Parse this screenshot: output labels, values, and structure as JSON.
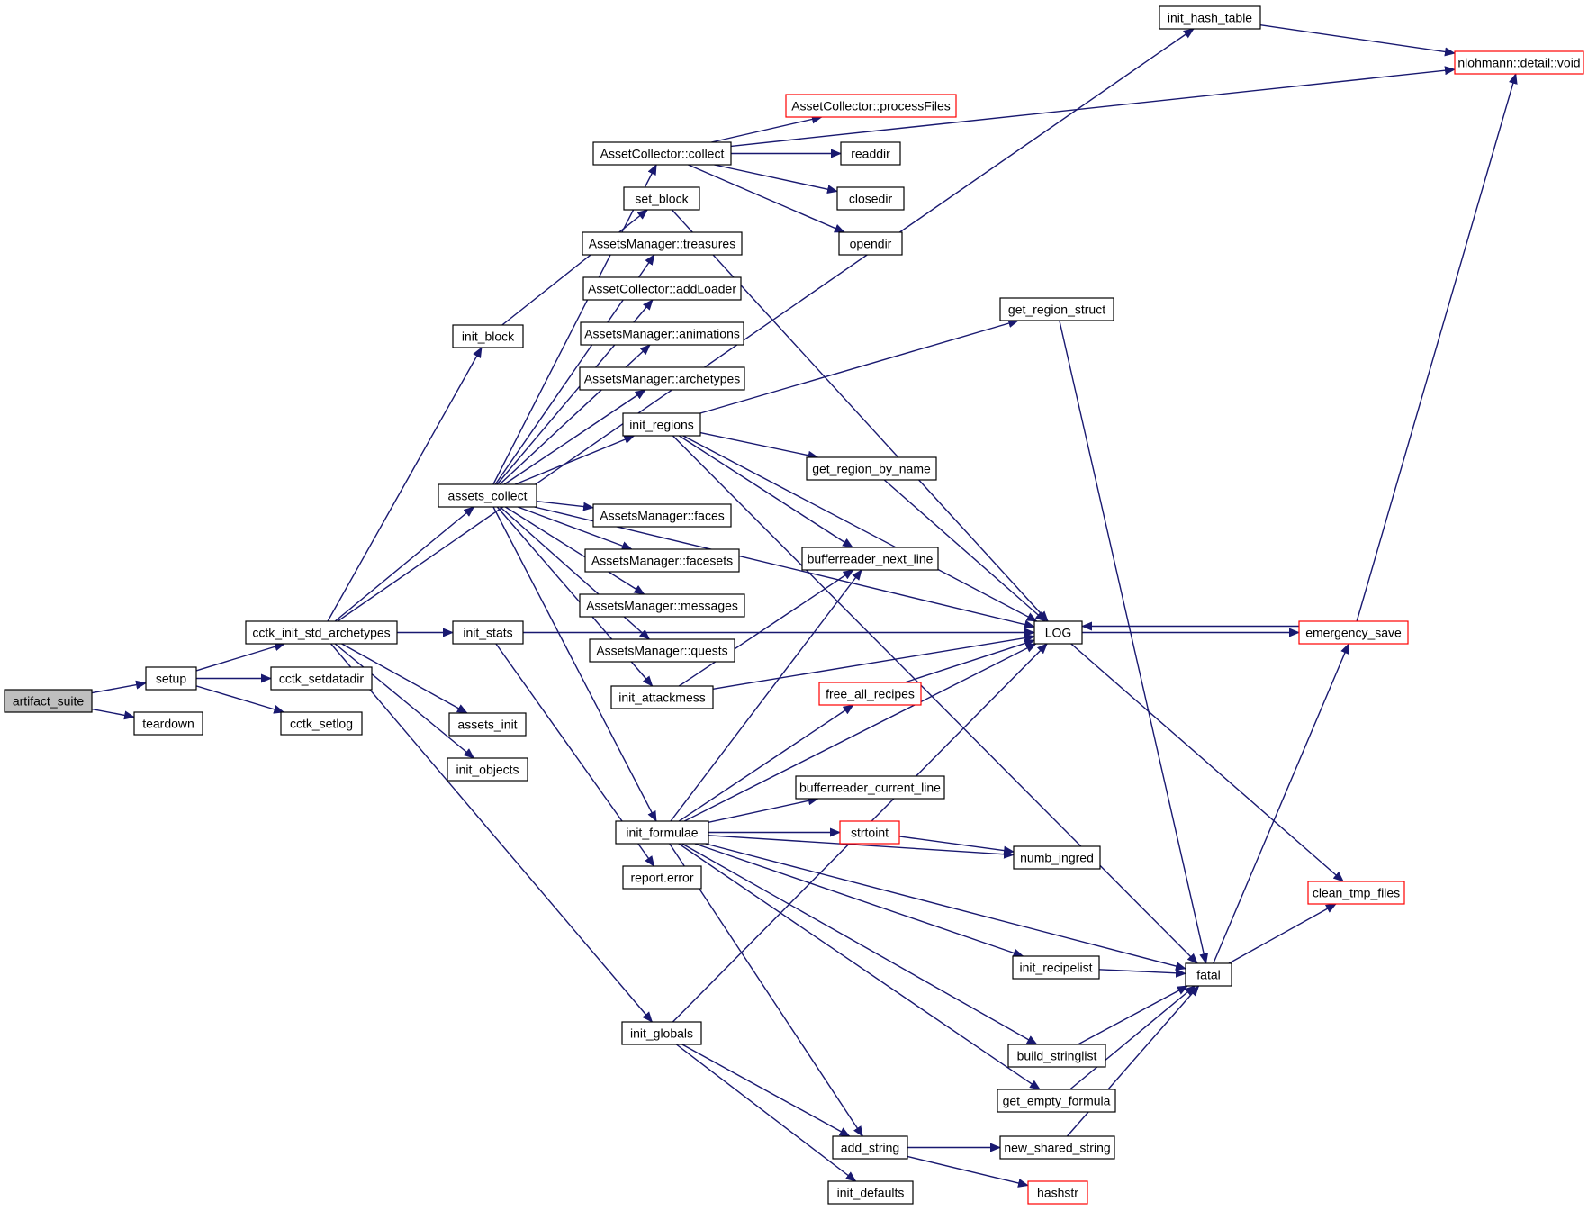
{
  "colors": {
    "edge": "#191970",
    "node_border": "#000000",
    "node_border_truncated": "#ff0000",
    "root_fill": "#bfbfbf",
    "node_fill": "#ffffff"
  },
  "nodes": [
    {
      "id": "artifact_suite",
      "label": "artifact_suite",
      "root": true
    },
    {
      "id": "setup",
      "label": "setup"
    },
    {
      "id": "teardown",
      "label": "teardown"
    },
    {
      "id": "cctk_init_std_archetypes",
      "label": "cctk_init_std_archetypes"
    },
    {
      "id": "cctk_setdatadir",
      "label": "cctk_setdatadir"
    },
    {
      "id": "cctk_setlog",
      "label": "cctk_setlog"
    },
    {
      "id": "init_hash_table",
      "label": "init_hash_table"
    },
    {
      "id": "nlohmann",
      "label": "nlohmann::detail::void",
      "truncated": true
    },
    {
      "id": "init_block",
      "label": "init_block"
    },
    {
      "id": "assets_collect",
      "label": "assets_collect"
    },
    {
      "id": "init_stats",
      "label": "init_stats"
    },
    {
      "id": "assets_init",
      "label": "assets_init"
    },
    {
      "id": "init_objects",
      "label": "init_objects"
    },
    {
      "id": "ac_collect",
      "label": "AssetCollector::collect"
    },
    {
      "id": "ac_processFiles",
      "label": "AssetCollector::processFiles",
      "truncated": true
    },
    {
      "id": "readdir",
      "label": "readdir"
    },
    {
      "id": "closedir",
      "label": "closedir"
    },
    {
      "id": "opendir",
      "label": "opendir"
    },
    {
      "id": "set_block",
      "label": "set_block"
    },
    {
      "id": "am_treasures",
      "label": "AssetsManager::treasures"
    },
    {
      "id": "ac_addLoader",
      "label": "AssetCollector::addLoader"
    },
    {
      "id": "am_animations",
      "label": "AssetsManager::animations"
    },
    {
      "id": "am_archetypes",
      "label": "AssetsManager::archetypes"
    },
    {
      "id": "init_regions",
      "label": "init_regions"
    },
    {
      "id": "am_faces",
      "label": "AssetsManager::faces"
    },
    {
      "id": "am_facesets",
      "label": "AssetsManager::facesets"
    },
    {
      "id": "am_messages",
      "label": "AssetsManager::messages"
    },
    {
      "id": "am_quests",
      "label": "AssetsManager::quests"
    },
    {
      "id": "init_attackmess",
      "label": "init_attackmess"
    },
    {
      "id": "init_formulae",
      "label": "init_formulae"
    },
    {
      "id": "report_error",
      "label": "report.error"
    },
    {
      "id": "init_globals",
      "label": "init_globals"
    },
    {
      "id": "get_region_struct",
      "label": "get_region_struct"
    },
    {
      "id": "get_region_by_name",
      "label": "get_region_by_name"
    },
    {
      "id": "br_next_line",
      "label": "bufferreader_next_line"
    },
    {
      "id": "free_all_recipes",
      "label": "free_all_recipes",
      "truncated": true
    },
    {
      "id": "br_current_line",
      "label": "bufferreader_current_line"
    },
    {
      "id": "strtoint",
      "label": "strtoint",
      "truncated": true
    },
    {
      "id": "numb_ingred",
      "label": "numb_ingred"
    },
    {
      "id": "init_recipelist",
      "label": "init_recipelist"
    },
    {
      "id": "build_stringlist",
      "label": "build_stringlist"
    },
    {
      "id": "get_empty_formula",
      "label": "get_empty_formula"
    },
    {
      "id": "add_string",
      "label": "add_string"
    },
    {
      "id": "new_shared_string",
      "label": "new_shared_string"
    },
    {
      "id": "init_defaults",
      "label": "init_defaults"
    },
    {
      "id": "hashstr",
      "label": "hashstr",
      "truncated": true
    },
    {
      "id": "LOG",
      "label": "LOG"
    },
    {
      "id": "emergency_save",
      "label": "emergency_save",
      "truncated": true
    },
    {
      "id": "clean_tmp_files",
      "label": "clean_tmp_files",
      "truncated": true
    },
    {
      "id": "fatal",
      "label": "fatal"
    }
  ],
  "edges": [
    [
      "artifact_suite",
      "setup"
    ],
    [
      "artifact_suite",
      "teardown"
    ],
    [
      "setup",
      "cctk_init_std_archetypes"
    ],
    [
      "setup",
      "cctk_setdatadir"
    ],
    [
      "setup",
      "cctk_setlog"
    ],
    [
      "cctk_init_std_archetypes",
      "init_hash_table"
    ],
    [
      "cctk_init_std_archetypes",
      "init_block"
    ],
    [
      "cctk_init_std_archetypes",
      "assets_collect"
    ],
    [
      "cctk_init_std_archetypes",
      "init_stats"
    ],
    [
      "cctk_init_std_archetypes",
      "assets_init"
    ],
    [
      "cctk_init_std_archetypes",
      "init_objects"
    ],
    [
      "cctk_init_std_archetypes",
      "init_globals"
    ],
    [
      "init_hash_table",
      "nlohmann"
    ],
    [
      "init_block",
      "set_block"
    ],
    [
      "set_block",
      "LOG"
    ],
    [
      "assets_collect",
      "ac_collect"
    ],
    [
      "assets_collect",
      "am_treasures"
    ],
    [
      "assets_collect",
      "ac_addLoader"
    ],
    [
      "assets_collect",
      "am_animations"
    ],
    [
      "assets_collect",
      "am_archetypes"
    ],
    [
      "assets_collect",
      "init_regions"
    ],
    [
      "assets_collect",
      "am_faces"
    ],
    [
      "assets_collect",
      "am_facesets"
    ],
    [
      "assets_collect",
      "am_messages"
    ],
    [
      "assets_collect",
      "am_quests"
    ],
    [
      "assets_collect",
      "init_attackmess"
    ],
    [
      "assets_collect",
      "init_formulae"
    ],
    [
      "assets_collect",
      "LOG"
    ],
    [
      "ac_collect",
      "nlohmann"
    ],
    [
      "ac_collect",
      "ac_processFiles"
    ],
    [
      "ac_collect",
      "readdir"
    ],
    [
      "ac_collect",
      "closedir"
    ],
    [
      "ac_collect",
      "opendir"
    ],
    [
      "init_stats",
      "report_error"
    ],
    [
      "init_stats",
      "LOG"
    ],
    [
      "init_regions",
      "get_region_struct"
    ],
    [
      "init_regions",
      "LOG"
    ],
    [
      "init_regions",
      "get_region_by_name"
    ],
    [
      "init_regions",
      "br_next_line"
    ],
    [
      "init_regions",
      "fatal"
    ],
    [
      "get_region_struct",
      "fatal"
    ],
    [
      "get_region_by_name",
      "LOG"
    ],
    [
      "init_attackmess",
      "br_next_line"
    ],
    [
      "init_attackmess",
      "LOG"
    ],
    [
      "init_formulae",
      "br_next_line"
    ],
    [
      "init_formulae",
      "free_all_recipes"
    ],
    [
      "init_formulae",
      "LOG"
    ],
    [
      "init_formulae",
      "br_current_line"
    ],
    [
      "init_formulae",
      "strtoint"
    ],
    [
      "init_formulae",
      "numb_ingred"
    ],
    [
      "init_formulae",
      "init_recipelist"
    ],
    [
      "init_formulae",
      "fatal"
    ],
    [
      "init_formulae",
      "build_stringlist"
    ],
    [
      "init_formulae",
      "get_empty_formula"
    ],
    [
      "init_formulae",
      "add_string"
    ],
    [
      "free_all_recipes",
      "LOG"
    ],
    [
      "strtoint",
      "numb_ingred"
    ],
    [
      "init_recipelist",
      "fatal"
    ],
    [
      "build_stringlist",
      "fatal"
    ],
    [
      "get_empty_formula",
      "fatal"
    ],
    [
      "init_globals",
      "LOG"
    ],
    [
      "init_globals",
      "add_string"
    ],
    [
      "init_globals",
      "init_defaults"
    ],
    [
      "add_string",
      "new_shared_string"
    ],
    [
      "add_string",
      "hashstr"
    ],
    [
      "new_shared_string",
      "fatal"
    ],
    [
      "LOG",
      "emergency_save"
    ],
    [
      "LOG",
      "clean_tmp_files"
    ],
    [
      "emergency_save",
      "LOG"
    ],
    [
      "emergency_save",
      "nlohmann"
    ],
    [
      "fatal",
      "emergency_save"
    ],
    [
      "fatal",
      "clean_tmp_files"
    ]
  ]
}
